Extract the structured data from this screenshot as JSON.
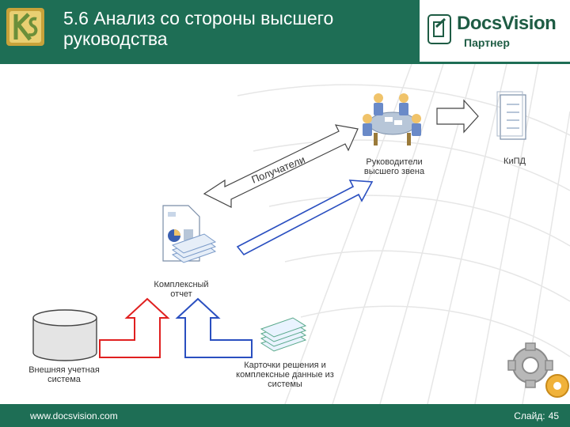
{
  "header": {
    "title": "5.6 Анализ со стороны высшего руководства",
    "brand": "DocsVision",
    "brand_sub": "Партнер"
  },
  "diagram": {
    "recipients_label": "Получатели",
    "top_management_label": "Руководители высшего звена",
    "kpi_label": "КиПД",
    "complex_report_label": "Комплексный отчет",
    "external_system_label": "Внешняя учетная система",
    "decision_cards_label": "Карточки решения и комплексные данные из системы"
  },
  "footer": {
    "url": "www.docsvision.com",
    "slide_label": "Слайд:",
    "slide_number": "45"
  },
  "colors": {
    "header_green": "#1e6e55",
    "red_arrow": "#e02020",
    "blue_arrow": "#2a4fc0"
  }
}
